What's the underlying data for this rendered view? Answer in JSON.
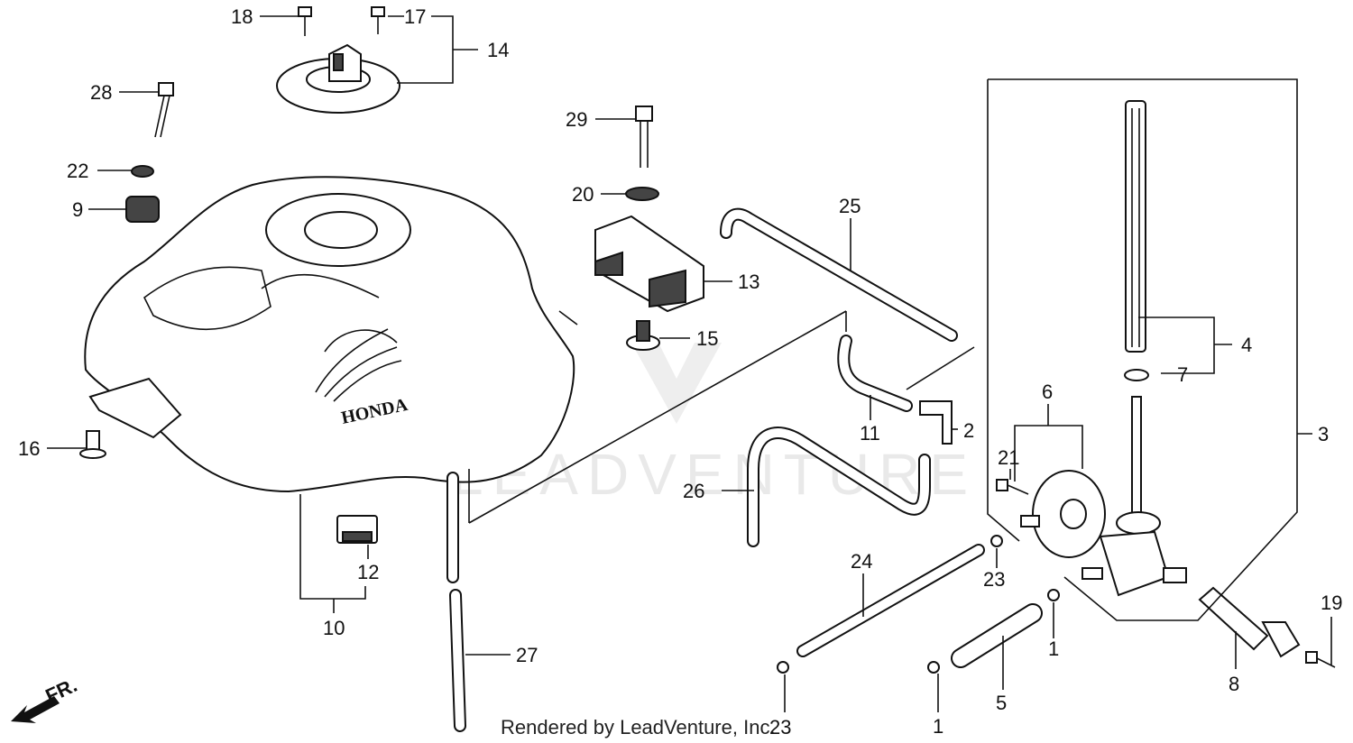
{
  "watermark": "LEADVENTURE",
  "footer_text": "Rendered by LeadVenture, Inc.",
  "direction_label": "FR.",
  "tank_logo": "HONDA",
  "callouts": {
    "c1a": "1",
    "c1b": "1",
    "c2": "2",
    "c3": "3",
    "c4": "4",
    "c5": "5",
    "c6": "6",
    "c7": "7",
    "c8": "8",
    "c9": "9",
    "c10": "10",
    "c11": "11",
    "c12": "12",
    "c13": "13",
    "c14": "14",
    "c15": "15",
    "c16": "16",
    "c17": "17",
    "c18": "18",
    "c19": "19",
    "c20": "20",
    "c21": "21",
    "c22": "22",
    "c23a": "23",
    "c23b": "23",
    "c24": "24",
    "c25": "25",
    "c26": "26",
    "c27": "27",
    "c28": "28",
    "c29": "29"
  }
}
